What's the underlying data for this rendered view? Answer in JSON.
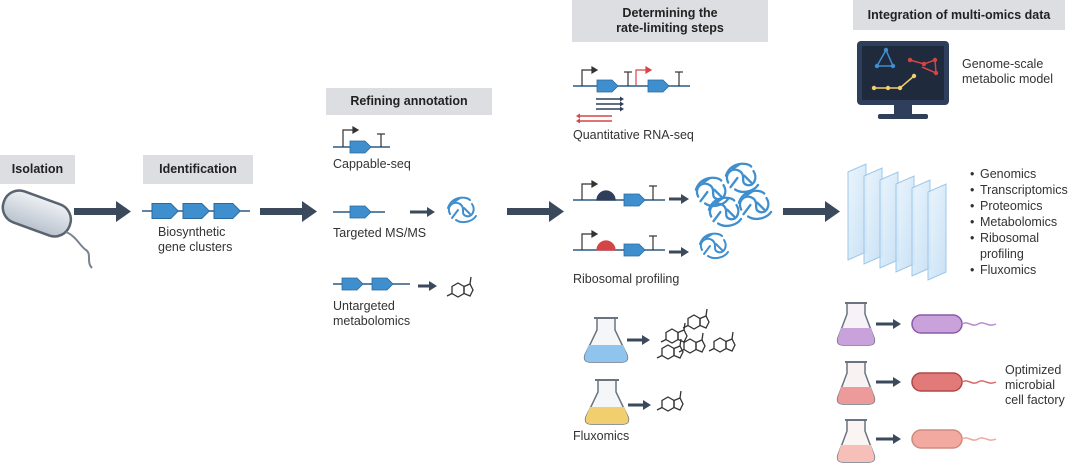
{
  "headers": {
    "isolation": "Isolation",
    "identification": "Identification",
    "refining": "Refining annotation",
    "rate_line1": "Determining the",
    "rate_line2": "rate-limiting steps",
    "integration": "Integration of multi-omics data"
  },
  "labels": {
    "bgc_line1": "Biosynthetic",
    "bgc_line2": "gene clusters",
    "cappable": "Cappable-seq",
    "targeted": "Targeted MS/MS",
    "untargeted_line1": "Untargeted",
    "untargeted_line2": "metabolomics",
    "rnaseq": "Quantitative RNA-seq",
    "ribo": "Ribosomal profiling",
    "fluxomics": "Fluxomics",
    "gsm_line1": "Genome-scale",
    "gsm_line2": "metabolic model",
    "factory_line1": "Optimized",
    "factory_line2": "microbial",
    "factory_line3": "cell factory"
  },
  "omics_list": [
    "Genomics",
    "Transcriptomics",
    "Proteomics",
    "Metabolomics",
    "Ribosomal",
    "profiling",
    "Fluxomics"
  ],
  "colors": {
    "gene_blue": "#3f8fcf",
    "arrow_dark": "#3a4a5c",
    "header_bg": "#dcdee2",
    "red": "#d64545",
    "monitor": "#2f3e5a",
    "purple": "#b98ad0",
    "red_cell": "#e27a7a",
    "pink_cell": "#f2aaa0",
    "blue_culture": "#8fc4ee",
    "yellow_culture": "#f1cf6e"
  },
  "icons": [
    "bacterium-icon",
    "gene-arrow-icon",
    "protein-icon",
    "molecule-icon",
    "flask-icon",
    "monitor-icon",
    "omics-layers-icon",
    "cell-icon"
  ]
}
